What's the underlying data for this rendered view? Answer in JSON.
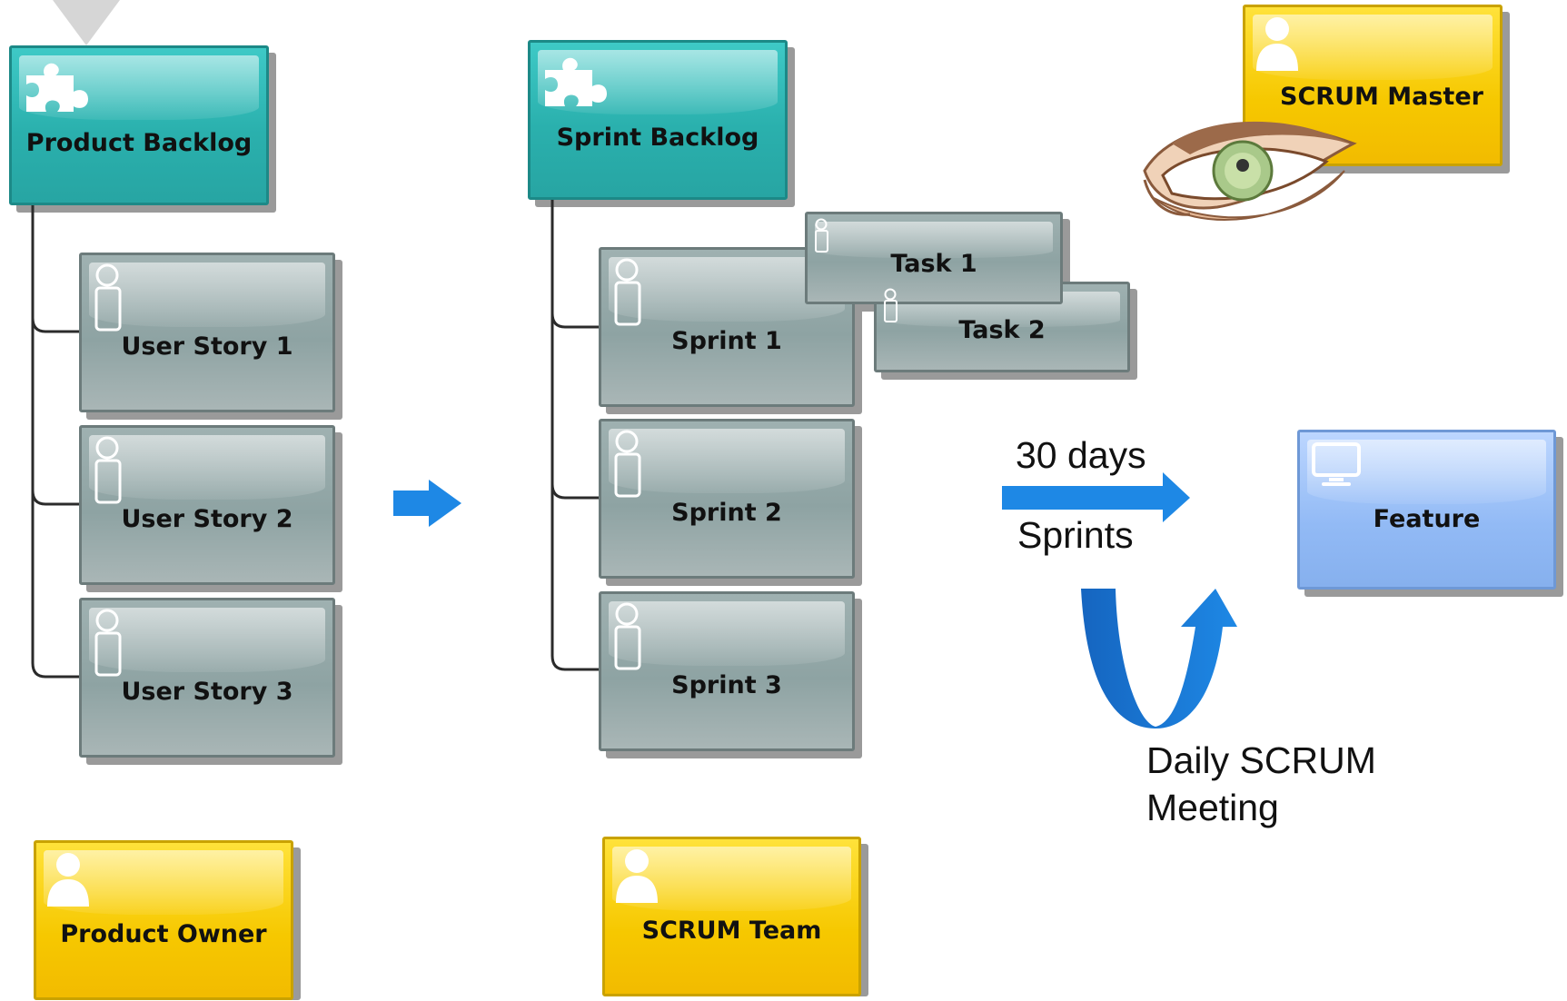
{
  "nodes": {
    "product_backlog": "Product Backlog",
    "user_story_1": "User Story 1",
    "user_story_2": "User Story 2",
    "user_story_3": "User Story 3",
    "product_owner": "Product Owner",
    "sprint_backlog": "Sprint Backlog",
    "sprint_1": "Sprint 1",
    "sprint_2": "Sprint 2",
    "sprint_3": "Sprint 3",
    "task_1": "Task 1",
    "task_2": "Task 2",
    "scrum_team": "SCRUM Team",
    "scrum_master": "SCRUM Master",
    "feature": "Feature"
  },
  "labels": {
    "duration": "30 days",
    "sprints": "Sprints",
    "daily_line1": "Daily SCRUM",
    "daily_line2": "Meeting"
  },
  "icons": {
    "backlog": "puzzle-icon",
    "story": "tag-icon",
    "role": "person-icon",
    "feature": "monitor-icon",
    "watch": "eye-icon"
  },
  "colors": {
    "teal": "#2ab0ad",
    "grey": "#8ea3a3",
    "yellow": "#f6c800",
    "blue": "#92baf5",
    "arrow": "#1e88e5"
  }
}
